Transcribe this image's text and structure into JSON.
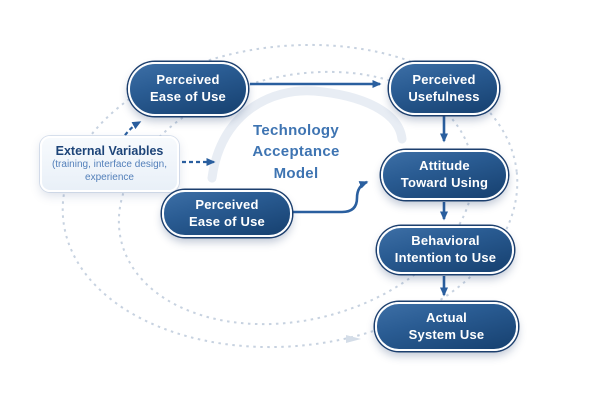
{
  "diagram": {
    "center_title": {
      "line1": "Technology",
      "line2": "Acceptance",
      "line3": "Model"
    },
    "external_variables": {
      "title": "External Variables",
      "subtitle_line1": "(training, interface design,",
      "subtitle_line2": "experience"
    },
    "nodes": {
      "perceived_ease_top": {
        "line1": "Perceived",
        "line2": "Ease of Use"
      },
      "perceived_usefulness": {
        "line1": "Perceived",
        "line2": "Usefulness"
      },
      "perceived_ease_mid": {
        "line1": "Perceived",
        "line2": "Ease of Use"
      },
      "attitude": {
        "line1": "Attitude",
        "line2": "Toward Using"
      },
      "behavioral": {
        "line1": "Behavioral",
        "line2": "Intention to Use"
      },
      "actual": {
        "line1": "Actual",
        "line2": "System Use"
      }
    },
    "connections": [
      {
        "from": "perceived_ease_top",
        "to": "perceived_usefulness",
        "style": "solid"
      },
      {
        "from": "external_variables",
        "to": "perceived_ease_top",
        "style": "dashed"
      },
      {
        "from": "external_variables",
        "to": "center",
        "style": "dashed"
      },
      {
        "from": "perceived_ease_mid",
        "to": "attitude",
        "style": "solid"
      },
      {
        "from": "perceived_usefulness",
        "to": "attitude",
        "style": "solid"
      },
      {
        "from": "attitude",
        "to": "behavioral",
        "style": "solid"
      },
      {
        "from": "behavioral",
        "to": "actual",
        "style": "solid"
      }
    ],
    "colors": {
      "node_fill_top": "#3d6fa6",
      "node_fill_bottom": "#16406f",
      "node_ring": "#1c3f6e",
      "node_text": "#ffffff",
      "arrow_blue": "#2a5f9f",
      "orbit_dash": "#c7d2e0",
      "swoosh": "#e8edf4",
      "center_text": "#3e74b2",
      "external_bg": "#eff4fa",
      "external_title": "#1d4478",
      "external_subtitle": "#5480ba",
      "background": "#ffffff"
    }
  }
}
